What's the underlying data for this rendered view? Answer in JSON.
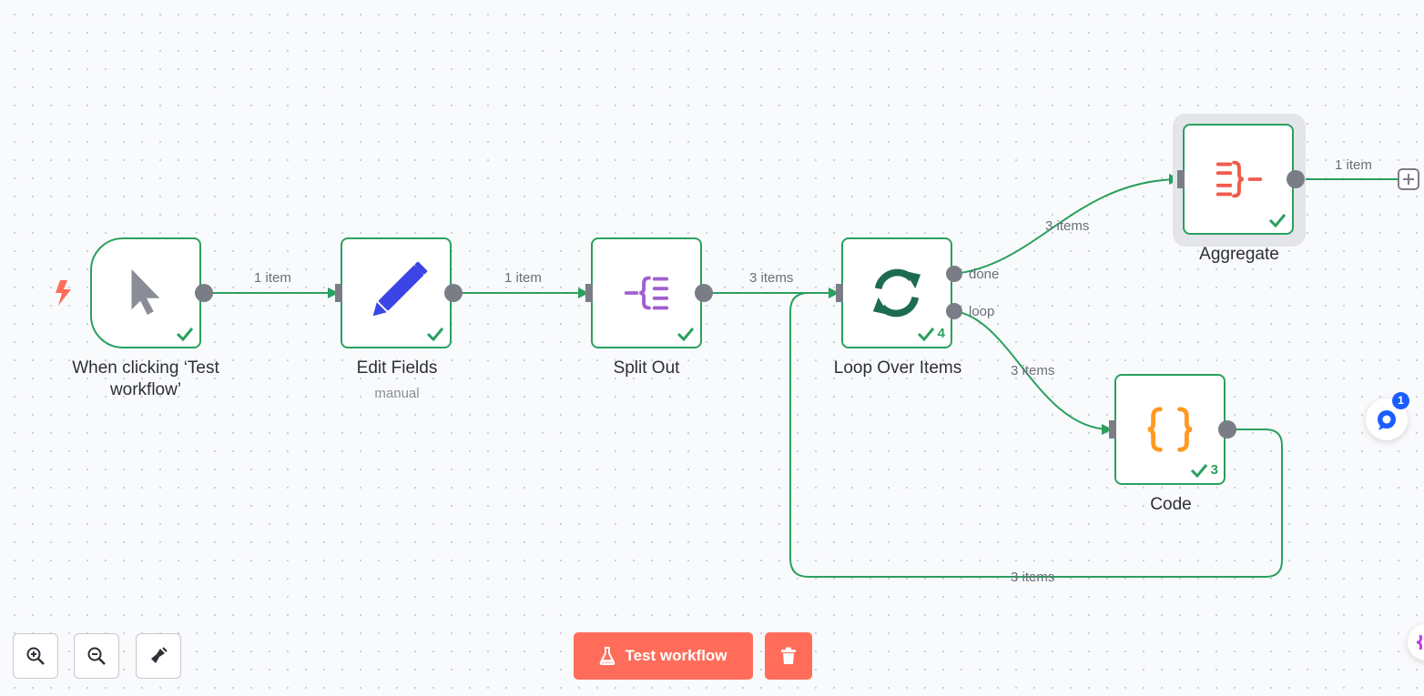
{
  "nodes": [
    {
      "id": "trigger",
      "label": "When clicking ‘Test workflow’",
      "icon": "cursor-icon"
    },
    {
      "id": "edit",
      "label": "Edit Fields",
      "sublabel": "manual",
      "icon": "pencil-icon"
    },
    {
      "id": "split",
      "label": "Split Out",
      "icon": "split-out-icon"
    },
    {
      "id": "loop",
      "label": "Loop Over Items",
      "icon": "loop-icon",
      "run_count": "4"
    },
    {
      "id": "aggregate",
      "label": "Aggregate",
      "icon": "aggregate-icon"
    },
    {
      "id": "code",
      "label": "Code",
      "icon": "code-braces-icon",
      "run_count": "3"
    }
  ],
  "edges": {
    "trigger_to_edit": "1 item",
    "edit_to_split": "1 item",
    "split_to_loop": "3 items",
    "done_to_aggregate": "3 items",
    "aggregate_out": "1 item",
    "loop_to_code": "3 items",
    "code_to_loop": "3 items"
  },
  "outputs": {
    "done": "done",
    "loop": "loop"
  },
  "toolbar": {
    "test_workflow": "Test workflow"
  },
  "chat": {
    "badge": "1"
  },
  "colors": {
    "success": "#2aa05f",
    "accent": "#ff6d5a",
    "connector": "#7a7d86"
  }
}
